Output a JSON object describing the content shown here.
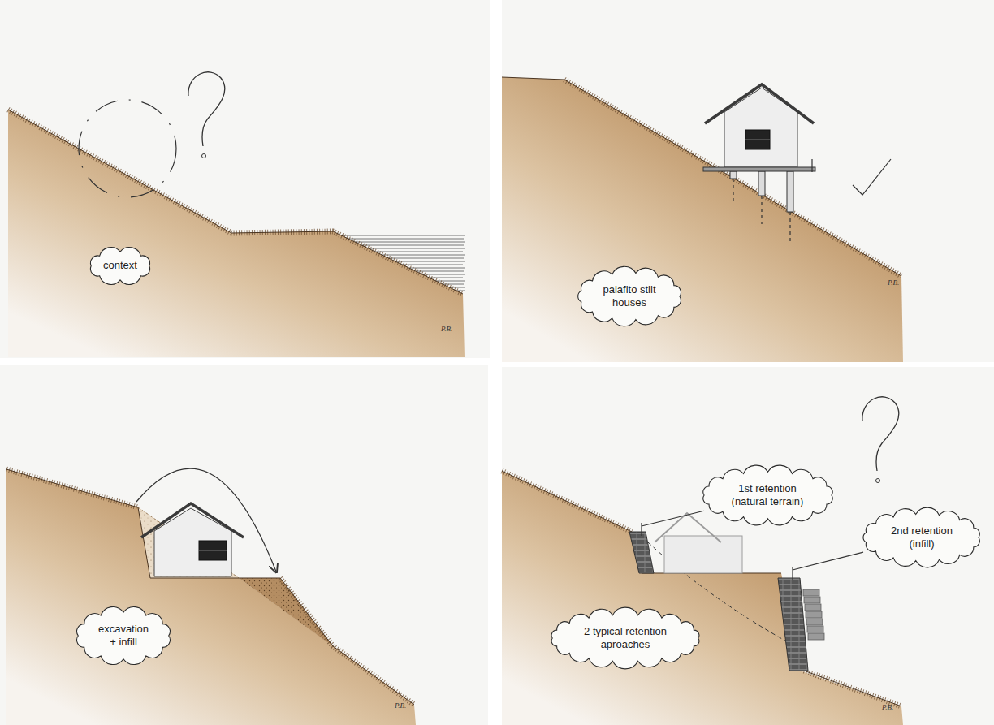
{
  "diagram": {
    "nodes": [
      {
        "text": [
          "context"
        ]
      },
      {
        "text": [
          "palafito stilt houses"
        ]
      },
      {
        "text": [
          "excavation + infill"
        ]
      },
      {
        "text": [
          "1st retention (natural terrain)"
        ]
      },
      {
        "text": [
          "2nd retention (infill)"
        ]
      },
      {
        "text": [
          "2 typical retention aproaches"
        ]
      }
    ],
    "labels": [
      "P.B.",
      "P.B.",
      "P.B.",
      "P.B."
    ]
  }
}
